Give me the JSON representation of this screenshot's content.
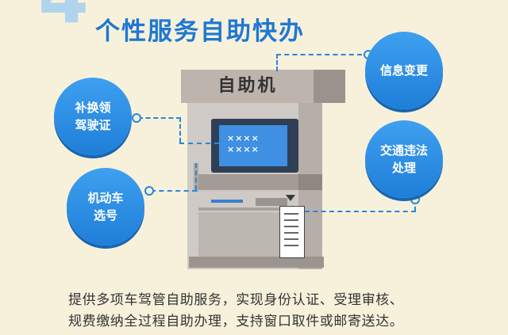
{
  "header": {
    "number": "4",
    "title": "个性服务自助快办"
  },
  "kiosk": {
    "label": "自助机",
    "screen_text": "××××\n××××"
  },
  "services": {
    "xinxi": "信息变更",
    "buhuan": "补换领\n驾驶证",
    "jidong": "机动车\n选号",
    "jiaotong": "交通违法\n处理"
  },
  "caption": "提供多项车驾管自助服务，实现身份认证、受理审核、\n规费缴纳全过程自助办理，支持窗口取件或邮寄送达。",
  "colors": {
    "accent_blue": "#1f78d1",
    "background": "#f7f1dc",
    "kiosk_gray": "#cfcac5"
  }
}
